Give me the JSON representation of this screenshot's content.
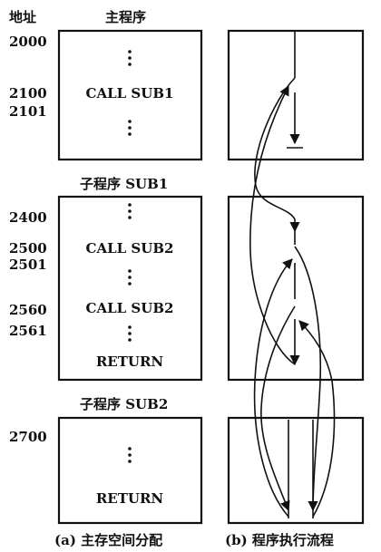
{
  "header": {
    "address_label": "地址",
    "main_title": "主程序"
  },
  "main_program": {
    "address_start": "2000",
    "address_call": "2100",
    "address_return": "2101",
    "call_text": "CALL SUB1"
  },
  "sub1": {
    "title": "子程序  SUB1",
    "address_start": "2400",
    "address_call1": "2500",
    "address_return1": "2501",
    "call1_text": "CALL SUB2",
    "address_call2": "2560",
    "address_return2": "2561",
    "call2_text": "CALL SUB2",
    "return_text": "RETURN"
  },
  "sub2": {
    "title": "子程序  SUB2",
    "address_start": "2700",
    "return_text": "RETURN"
  },
  "captions": {
    "a": "(a)  主存空间分配",
    "b": "(b)  程序执行流程"
  }
}
